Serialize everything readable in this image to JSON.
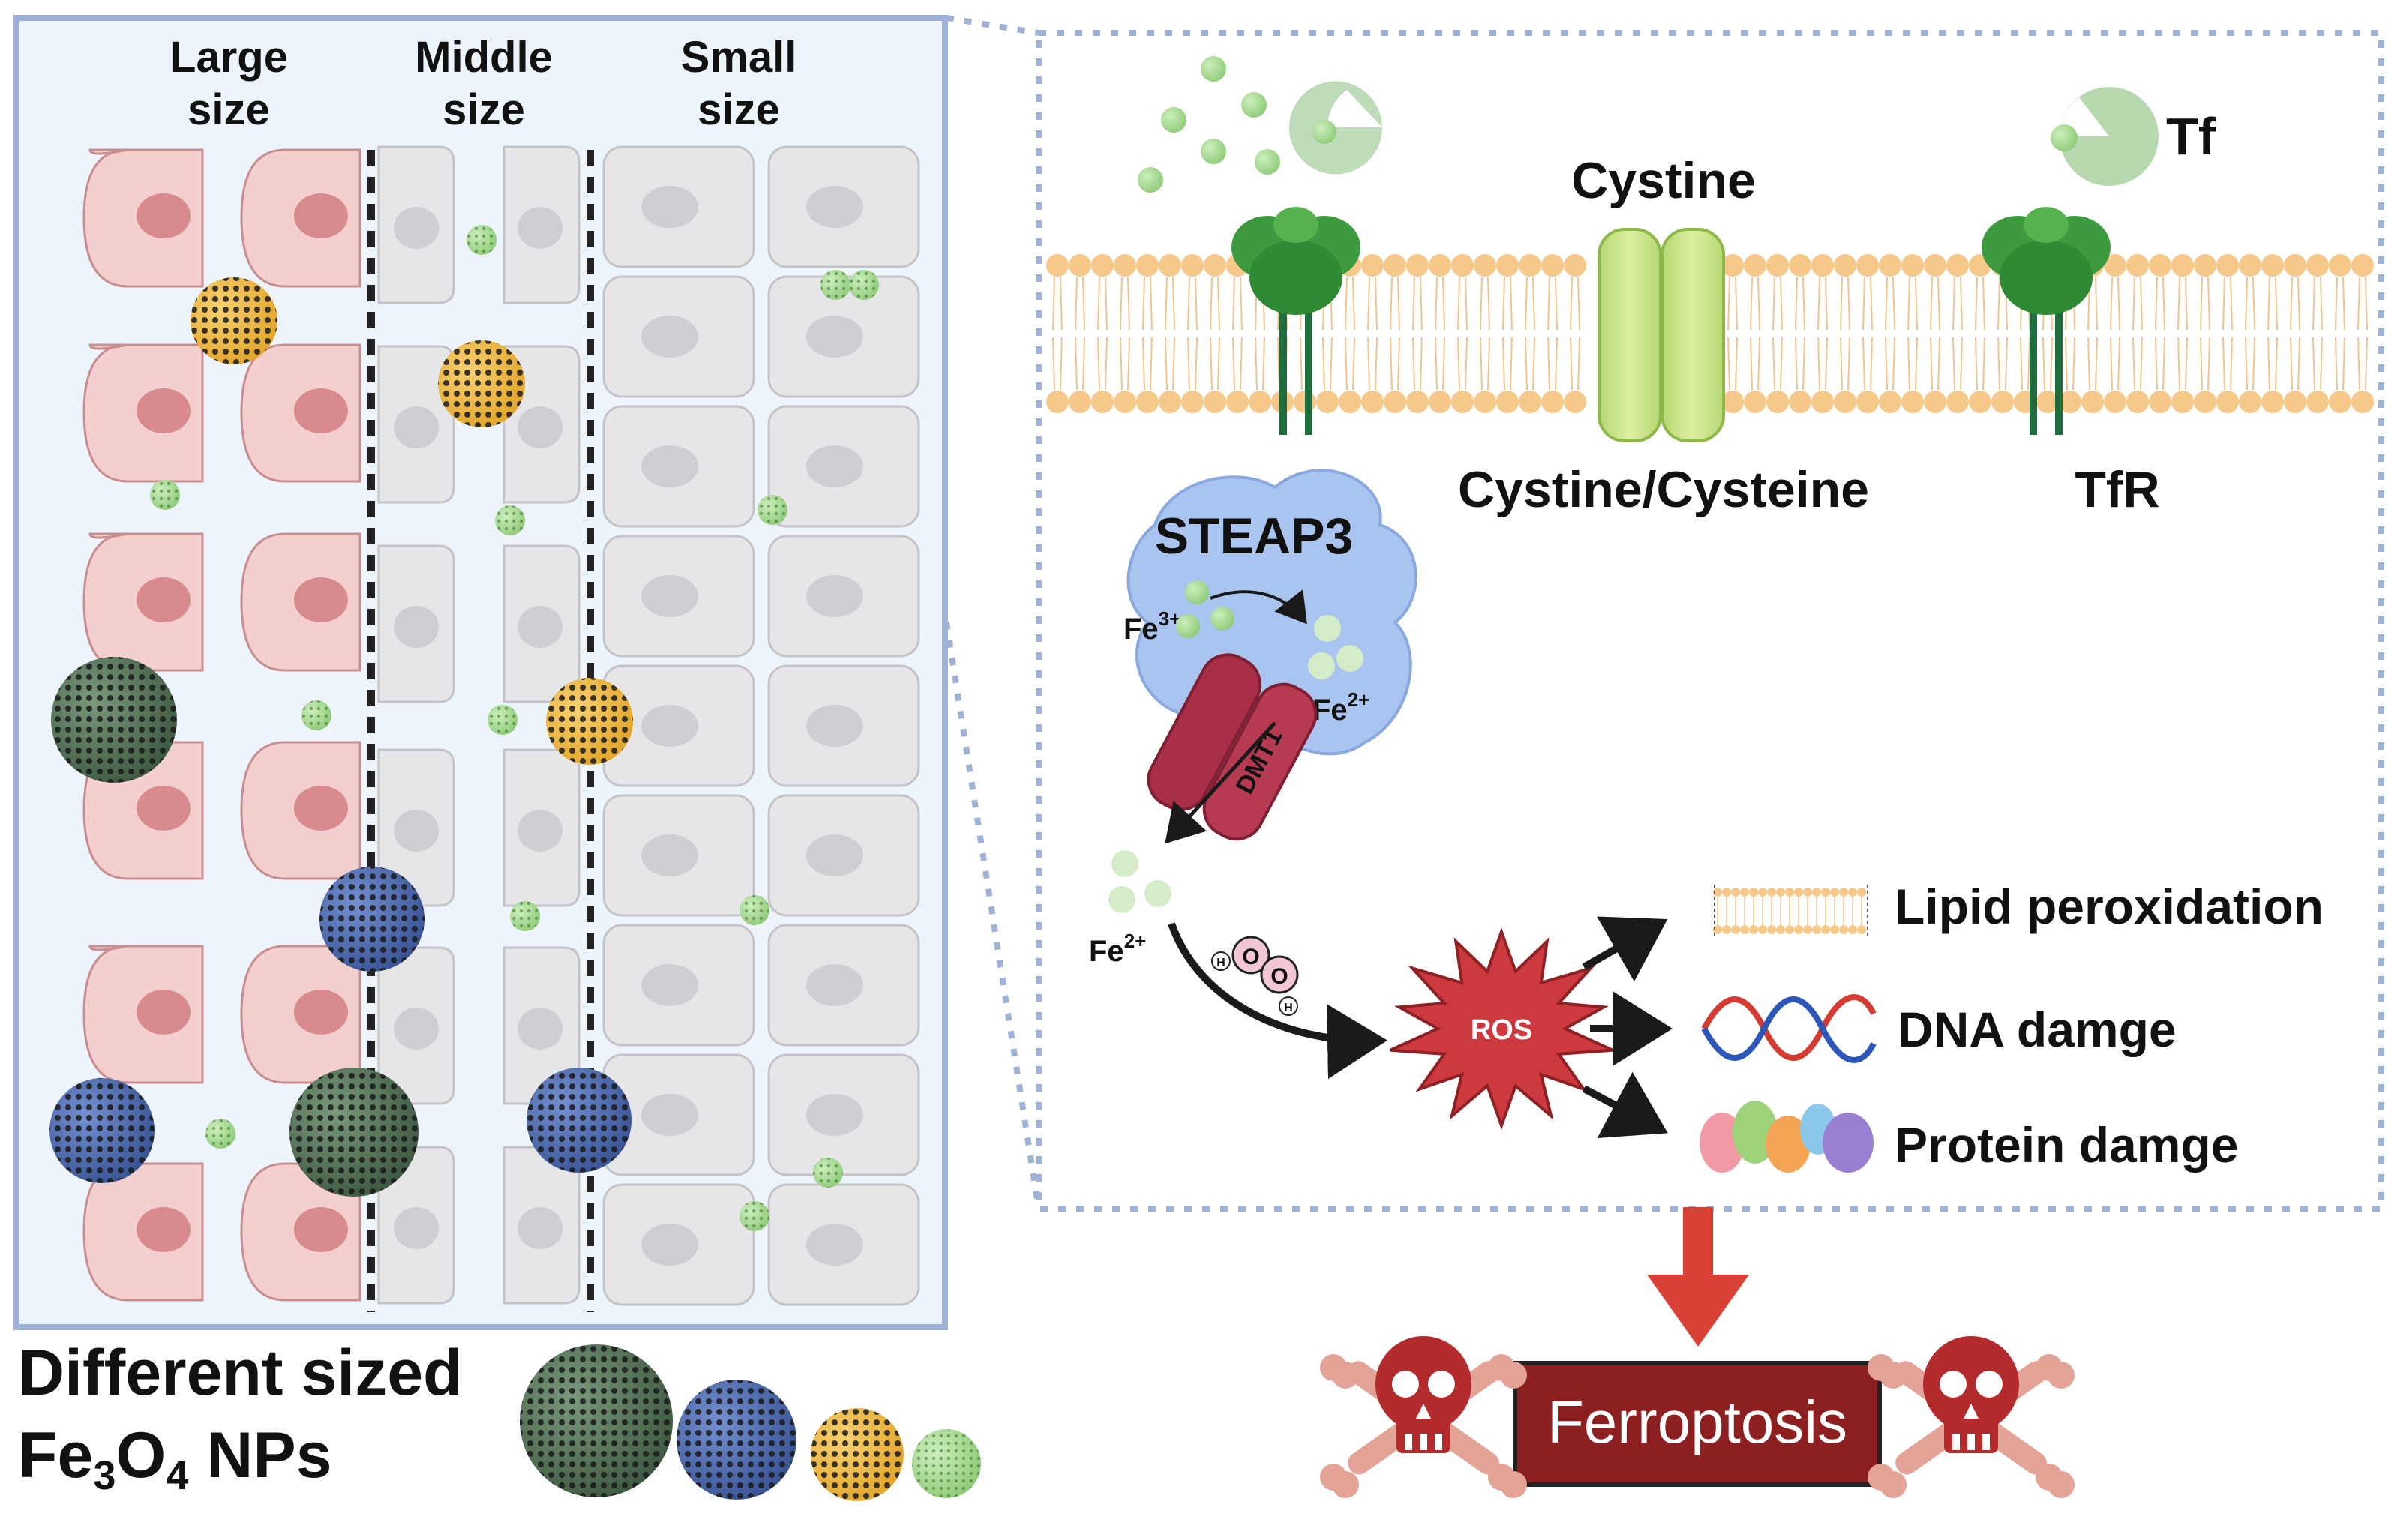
{
  "left_panel": {
    "columns": [
      {
        "line1": "Large",
        "line2": "size"
      },
      {
        "line1": "Middle",
        "line2": "size"
      },
      {
        "line1": "Small",
        "line2": "size"
      }
    ]
  },
  "legend": {
    "line1": "Different sized",
    "line2_prefix": "Fe",
    "line2_sub1": "3",
    "line2_mid": "O",
    "line2_sub2": "4",
    "line2_suffix": " NPs"
  },
  "membrane": {
    "cystine": "Cystine",
    "tf": "Tf",
    "transporter": "Cystine/Cysteine",
    "tfr": "TfR"
  },
  "iron": {
    "steap3": "STEAP3",
    "fe3_base": "Fe",
    "fe3_sup": "3+",
    "fe2_base": "Fe",
    "fe2_sup": "2+",
    "dmt1": "DMT1",
    "h2o2_o": "O",
    "h2o2_h": "H"
  },
  "ros": {
    "center": "ROS",
    "outcomes": [
      "Lipid peroxidation",
      "DNA damge",
      "Protein damge"
    ]
  },
  "result": {
    "label": "Ferroptosis"
  },
  "colors": {
    "panel_border": "#9fb2d6",
    "panel_fill": "#eef4fb",
    "cell_large": "#f4cfcf",
    "nucleus_large": "#d98a8e",
    "cell_small": "#e6e6e8",
    "np_green_dark": "#56745a",
    "np_blue": "#4e6bb0",
    "np_yellow": "#f0b93c",
    "np_green_light": "#a6d891",
    "ros_red": "#cc3a3f",
    "ferroptosis_fill": "#8c1f20",
    "skull": "#b32b2d",
    "bones": "#e4a397",
    "arrow_red": "#d94134",
    "lipid_head": "#f6c98b",
    "transporter": "#c7e38d",
    "tfr": "#3d9a3e",
    "steap3": "#a8c4ef",
    "dmt1": "#a92f48"
  }
}
